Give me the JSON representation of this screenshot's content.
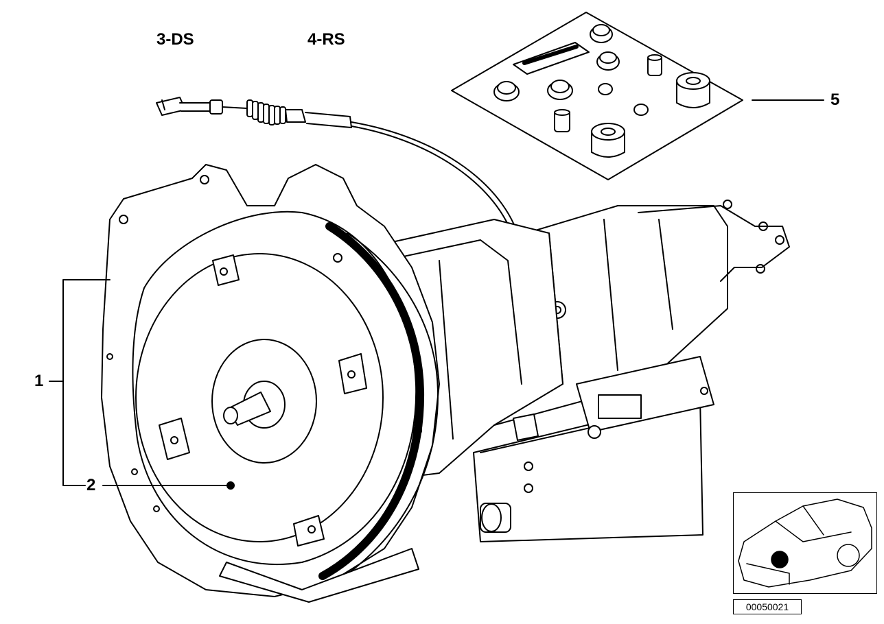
{
  "variants": [
    "3-DS",
    "4-RS"
  ],
  "callouts": [
    {
      "id": "1",
      "label": "1"
    },
    {
      "id": "2",
      "label": "2"
    },
    {
      "id": "5",
      "label": "5"
    }
  ],
  "diagram_code": "00050021",
  "icons": {
    "main": "automatic-transmission-illustration",
    "cable": "selector-cable-illustration",
    "kit": "screw-plug-kit-illustration",
    "inset": "car-location-icon"
  }
}
